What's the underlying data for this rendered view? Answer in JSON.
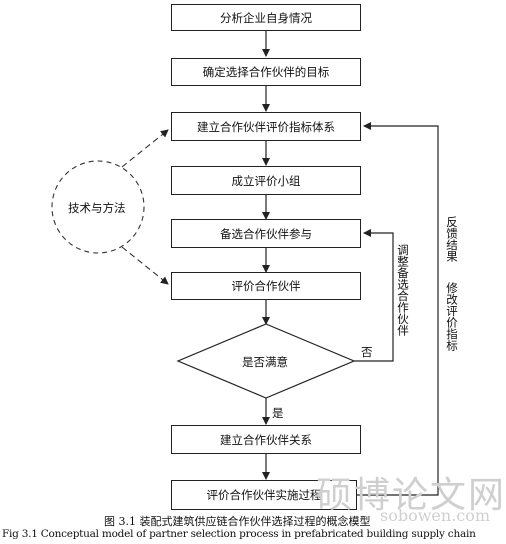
{
  "steps": [
    "分析企业自身情况",
    "确定选择合作伙伴的目标",
    "建立合作伙伴评价指标体系",
    "成立评价小组",
    "备选合作伙伴参与",
    "评价合作伙伴",
    "建立合作伙伴关系",
    "评价合作伙伴实施过程"
  ],
  "decision": "是否满意",
  "yes_label": "是",
  "no_label": "否",
  "side_circle": "技术与方法",
  "adjust_label": "调整备选合作伙伴",
  "feedback_label_1": "反馈结果",
  "feedback_label_2": "修改评价指标",
  "caption_cn": "图 3.1 装配式建筑供应链合作伙伴选择过程的概念模型",
  "caption_en": "Fig 3.1 Conceptual model of partner selection process in prefabricated building supply chain",
  "watermark_cn": "硕博论文网",
  "watermark_url": "sobowen.com"
}
